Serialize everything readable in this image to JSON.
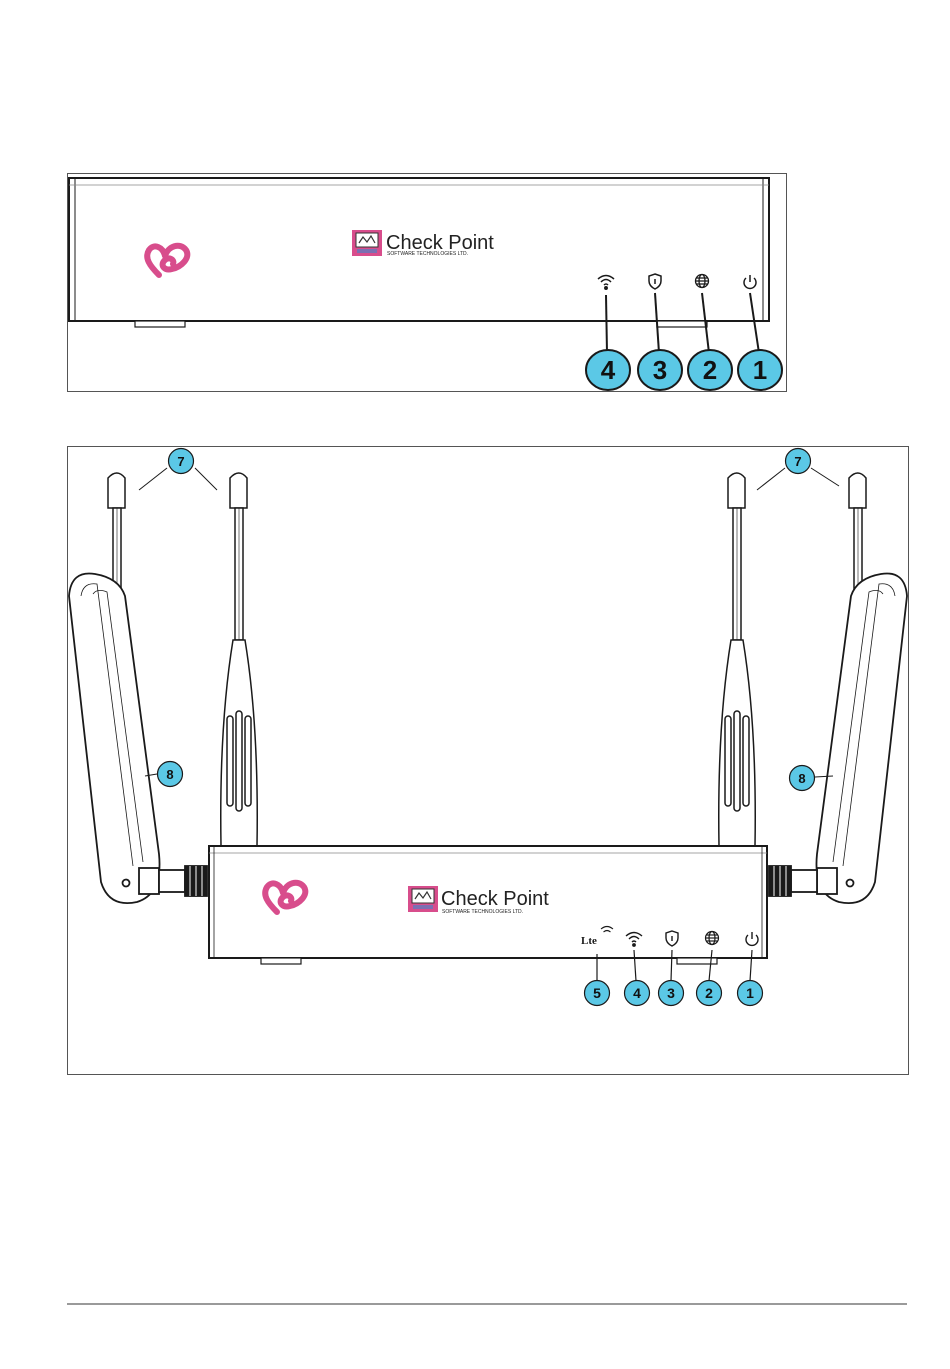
{
  "colors": {
    "callout_fill": "#5bc8e6",
    "callout_stroke": "#1a1a1a",
    "brand_pink": "#d84d8c",
    "device_line": "#1a1a1a"
  },
  "device_top": {
    "brand_name": "Check Point",
    "brand_sub": "SOFTWARE TECHNOLOGIES LTD.",
    "callouts": [
      "4",
      "3",
      "2",
      "1"
    ]
  },
  "device_bottom": {
    "brand_name": "Check Point",
    "brand_sub": "SOFTWARE TECHNOLOGIES LTD.",
    "lte_label": "Lte",
    "callouts": [
      "5",
      "4",
      "3",
      "2",
      "1"
    ],
    "antenna_callouts": [
      "7",
      "7"
    ],
    "cover_callouts": [
      "8",
      "8"
    ]
  },
  "icons": [
    "logo-heart-icon",
    "brand-flag-icon",
    "wifi-icon",
    "shield-icon",
    "globe-icon",
    "power-icon",
    "lte-icon"
  ]
}
